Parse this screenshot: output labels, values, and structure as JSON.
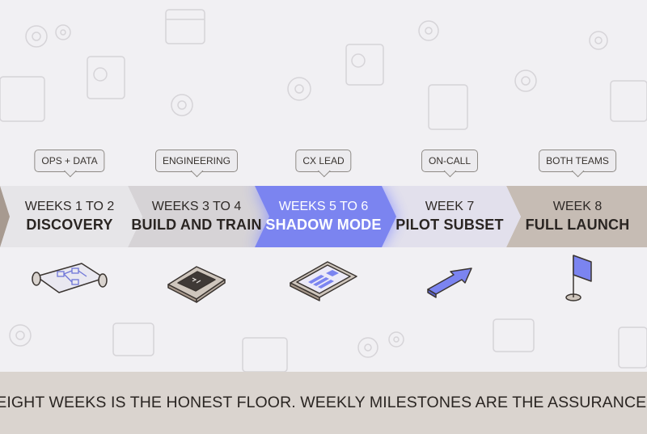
{
  "phases": [
    {
      "weeks": "WEEKS 1 TO 2",
      "title": "DISCOVERY",
      "owner": "OPS + DATA",
      "icon": "blueprint-icon",
      "active": false
    },
    {
      "weeks": "WEEKS 3 TO 4",
      "title": "BUILD AND TRAIN",
      "owner": "ENGINEERING",
      "icon": "terminal-icon",
      "active": false
    },
    {
      "weeks": "WEEKS 5 TO 6",
      "title": "SHADOW MODE",
      "owner": "CX LEAD",
      "icon": "tablet-dashboard-icon",
      "active": true
    },
    {
      "weeks": "WEEK 7",
      "title": "PILOT SUBSET",
      "owner": "ON-CALL",
      "icon": "arrow-icon",
      "active": false
    },
    {
      "weeks": "WEEK 8",
      "title": "FULL LAUNCH",
      "owner": "BOTH TEAMS",
      "icon": "flag-icon",
      "active": false
    }
  ],
  "footer": "EIGHT WEEKS IS THE HONEST FLOOR. WEEKLY MILESTONES ARE THE ASSURANCE.",
  "colors": {
    "accent": "#7b84f0",
    "band_light": "#e6e5e8",
    "band_dark": "#c9c0b8",
    "footer_bg": "#dad4cf"
  }
}
